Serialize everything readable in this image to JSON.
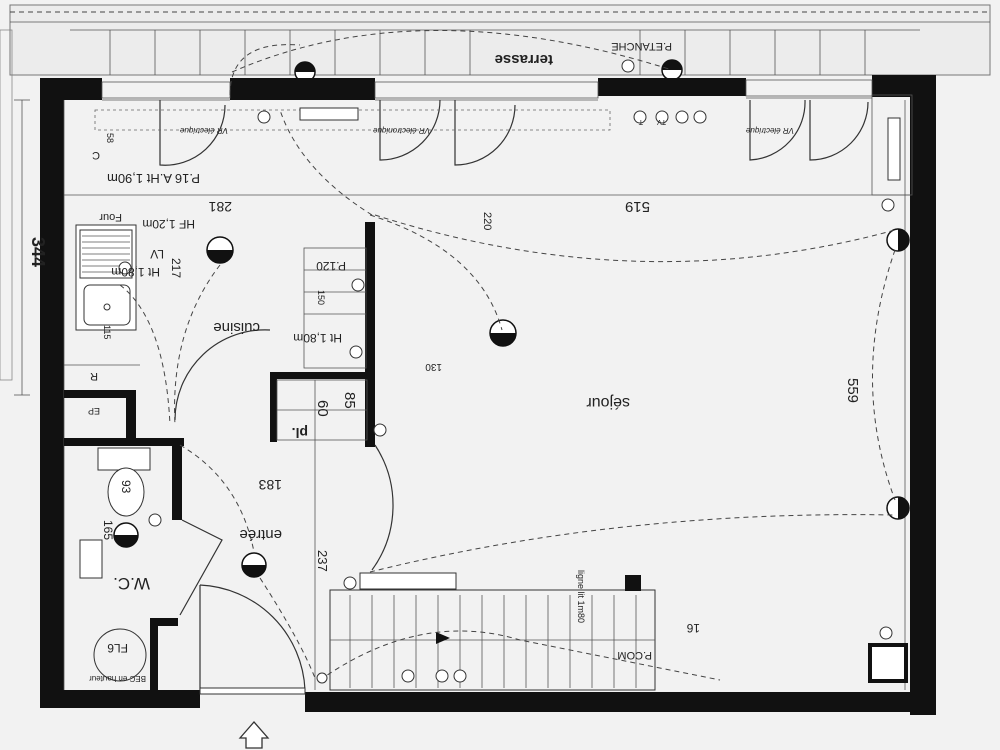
{
  "rooms": {
    "sejour": "séjour",
    "terrasse": "terrasse",
    "cuisine": "cuisine",
    "entree": "entrée",
    "wc": "W.C.",
    "placard": "pl."
  },
  "labels": {
    "p_etanche": "P.ETANCHE",
    "vr_left": "VR électrique",
    "vr_mid": "VR électronique",
    "vr_right": "VR électrique",
    "p16": "P.16 A.Ht 1,90m",
    "four": "Four",
    "hf": "HF 1,20m",
    "lv": "LV",
    "ht180_lv": "Ht 1,80m",
    "ht180_cuisine": "Ht 1,80m",
    "p120": "P.120",
    "r": "R",
    "ep": "EP",
    "ligne_lit": "ligne lit 1m80",
    "pcom": "P.COM",
    "bec": "BEC en hauteur",
    "fl6": "FL6",
    "c": "C",
    "tv": "TV",
    "t": "T"
  },
  "dimensions": {
    "d519": "519",
    "d559": "559",
    "d281": "281",
    "d220": "220",
    "d237": "237",
    "d183": "183",
    "d130": "130",
    "d150": "150",
    "d115": "115",
    "d58": "58",
    "d85": "85",
    "d60": "60",
    "d93": "93",
    "d165": "165",
    "d217": "217",
    "d16": "16",
    "d344": "344"
  }
}
